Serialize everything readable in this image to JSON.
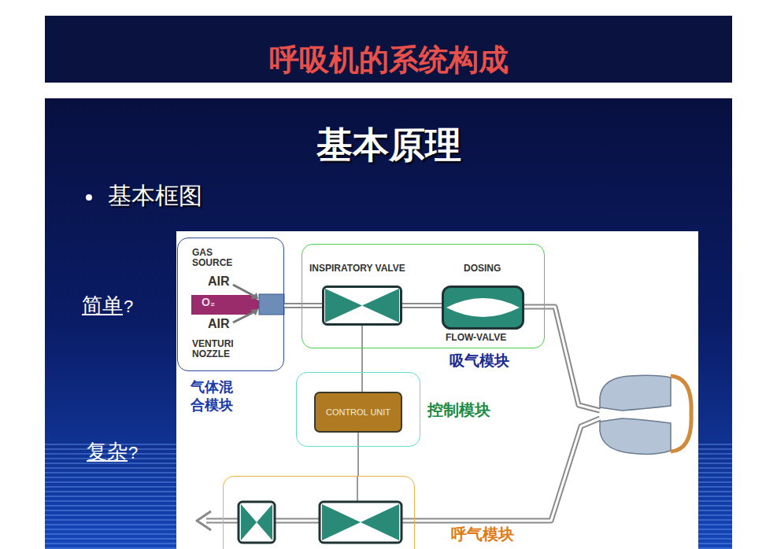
{
  "diagram": {
    "title": "呼吸机的系统构成",
    "nodes": [
      {
        "text": [
          "GAS SOURCE",
          "AIR",
          "O₂",
          "AIR",
          "VENTURI NOZZLE",
          "气体混合模块"
        ]
      },
      {
        "text": [
          "吸气模块"
        ]
      },
      {
        "text": [
          "INSPIRATORY VALVE"
        ],
        "in": 1
      },
      {
        "text": [
          "DOSING",
          "FLOW-VALVE"
        ],
        "in": 1
      },
      {
        "text": [
          "控制模块"
        ]
      },
      {
        "text": [
          "CONTROL UNIT"
        ],
        "in": 4
      },
      {
        "text": [
          "呼气模块"
        ]
      }
    ],
    "edges": [
      {
        "from": 0,
        "to": 2,
        "arrow": "none"
      },
      {
        "from": 2,
        "to": 3,
        "arrow": "none"
      },
      {
        "from": 5,
        "to": 2,
        "arrow": "none"
      },
      {
        "from": 5,
        "to": 6,
        "arrow": "none"
      }
    ],
    "labels": [
      "基本原理",
      "基本框图",
      "简单",
      "?",
      "复杂",
      "?"
    ]
  }
}
